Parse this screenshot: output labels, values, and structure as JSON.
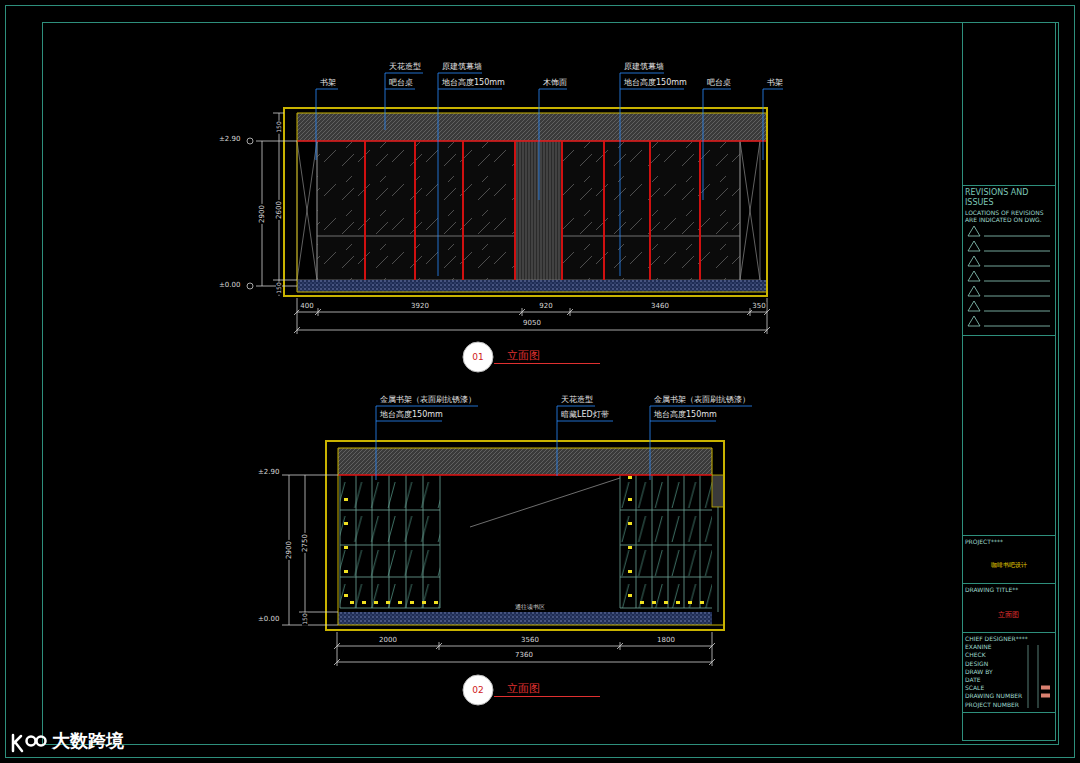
{
  "diagram": {
    "nodes": [
      {
        "text": [
          "01"
        ]
      },
      {
        "text": [
          "02"
        ]
      },
      {
        "text": [
          "REVISIONS AND ISSUES",
          "LOCATIONS OF REVISIONS ARE INDICATED ON DWG."
        ]
      },
      {
        "text": [
          "PROJECT****",
          "咖啡书吧设计"
        ]
      },
      {
        "text": [
          "DRAWING TITLE**",
          "立面图"
        ]
      },
      {
        "text": [
          "CHIEF DESIGNER****",
          "EXANINE",
          "CHECK",
          "DESIGN",
          "DRAW BY",
          "DATE",
          "SCALE",
          "DRAWING NUMBER",
          "PROJECT NUMBER"
        ]
      }
    ],
    "labels": [
      "书架",
      "天花造型",
      "吧台桌",
      "原建筑幕墙",
      "地台高度150mm",
      "木饰面",
      "原建筑幕墙",
      "地台高度150mm",
      "吧台桌",
      "书架",
      "±2.90",
      "±0.00",
      "2900",
      "2600",
      "150",
      "150",
      "400",
      "3920",
      "920",
      "3460",
      "350",
      "9050",
      "立面图",
      "金属书架（表面刷抗锈漆）",
      "地台高度150mm",
      "天花造型",
      "暗藏LED灯带",
      "金属书架（表面刷抗锈漆）",
      "地台高度150mm",
      "±2.90",
      "±0.00",
      "2900",
      "2750",
      "150",
      "通往读书区",
      "2000",
      "3560",
      "1800",
      "7360",
      "立面图",
      "大数跨境"
    ]
  }
}
